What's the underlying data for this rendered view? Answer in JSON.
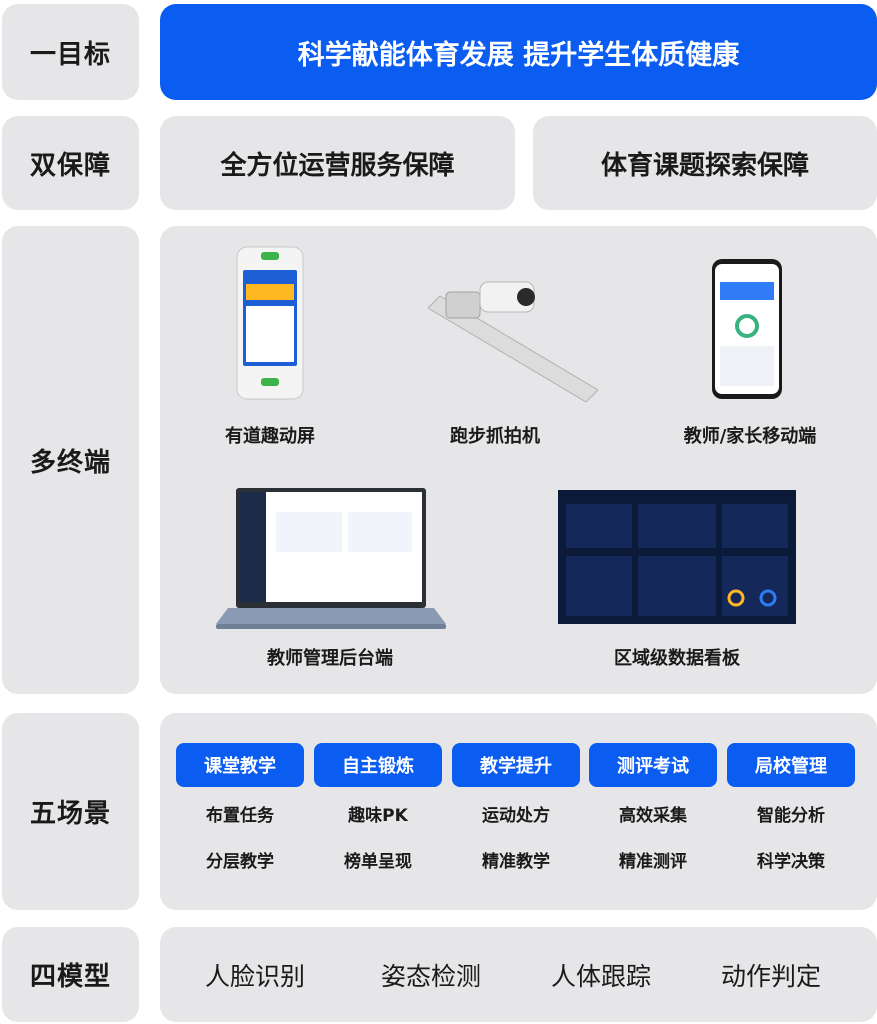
{
  "rows": {
    "goal": {
      "label": "一目标",
      "text": "科学献能体育发展  提升学生体质健康"
    },
    "guarantee": {
      "label": "双保障",
      "items": [
        "全方位运营服务保障",
        "体育课题探索保障"
      ]
    },
    "terminals": {
      "label": "多终端",
      "devices": [
        "有道趣动屏",
        "跑步抓拍机",
        "教师/家长移动端",
        "教师管理后台端",
        "区域级数据看板"
      ]
    },
    "scenes": {
      "label": "五场景",
      "columns": [
        {
          "title": "课堂教学",
          "subs": [
            "布置任务",
            "分层教学"
          ]
        },
        {
          "title": "自主锻炼",
          "subs": [
            "趣味PK",
            "榜单呈现"
          ]
        },
        {
          "title": "教学提升",
          "subs": [
            "运动处方",
            "精准教学"
          ]
        },
        {
          "title": "测评考试",
          "subs": [
            "高效采集",
            "精准测评"
          ]
        },
        {
          "title": "局校管理",
          "subs": [
            "智能分析",
            "科学决策"
          ]
        }
      ]
    },
    "models": {
      "label": "四模型",
      "items": [
        "人脸识别",
        "姿态检测",
        "人体跟踪",
        "动作判定"
      ]
    }
  },
  "colors": {
    "accent": "#0b5cf0",
    "panel": "#e6e6e8"
  }
}
